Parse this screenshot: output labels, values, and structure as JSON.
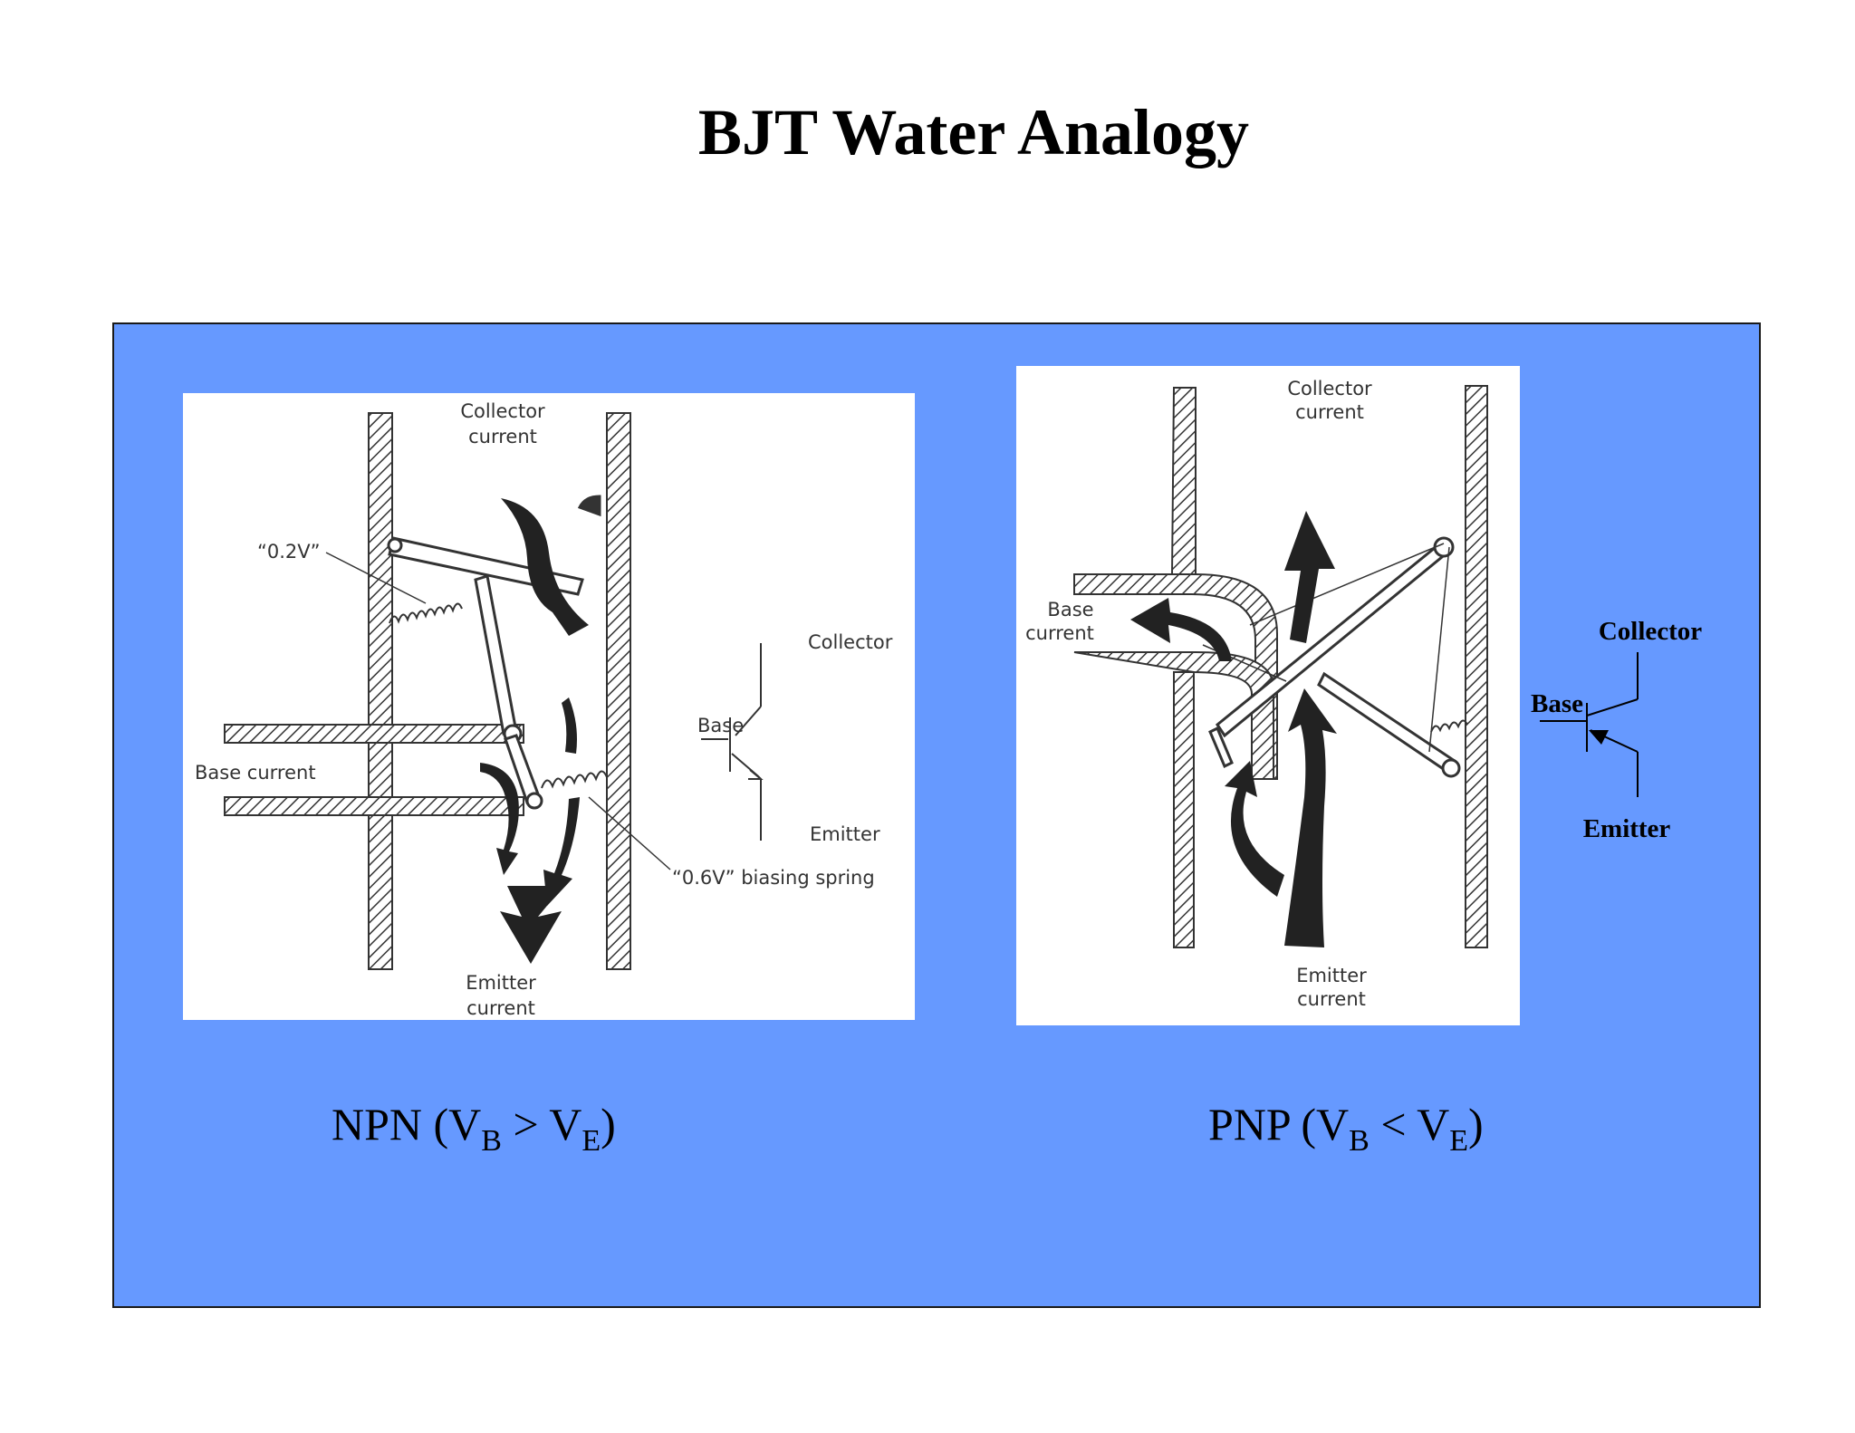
{
  "title": "BJT Water Analogy",
  "colors": {
    "panel": "#6699ff",
    "panel_border": "#1a1a1a",
    "ink": "#333333"
  },
  "npn": {
    "collector_current": [
      "Collector",
      "current"
    ],
    "bias_02": "“0.2V”",
    "base_current": "Base current",
    "emitter_current": [
      "Emitter",
      "current"
    ],
    "bias_06": "“0.6V” biasing spring",
    "symbol": {
      "collector": "Collector",
      "base": "Base",
      "emitter": "Emitter"
    },
    "caption": {
      "prefix": "NPN (V",
      "b": "B",
      "op": " > V",
      "e": "E",
      "suffix": ")"
    }
  },
  "pnp": {
    "collector_current": [
      "Collector",
      "current"
    ],
    "base_current": [
      "Base",
      "current"
    ],
    "emitter_current": [
      "Emitter",
      "current"
    ],
    "symbol": {
      "collector": "Collector",
      "base": "Base",
      "emitter": "Emitter"
    },
    "caption": {
      "prefix": "PNP (V",
      "b": "B",
      "op": " < V",
      "e": "E",
      "suffix": ")"
    }
  }
}
